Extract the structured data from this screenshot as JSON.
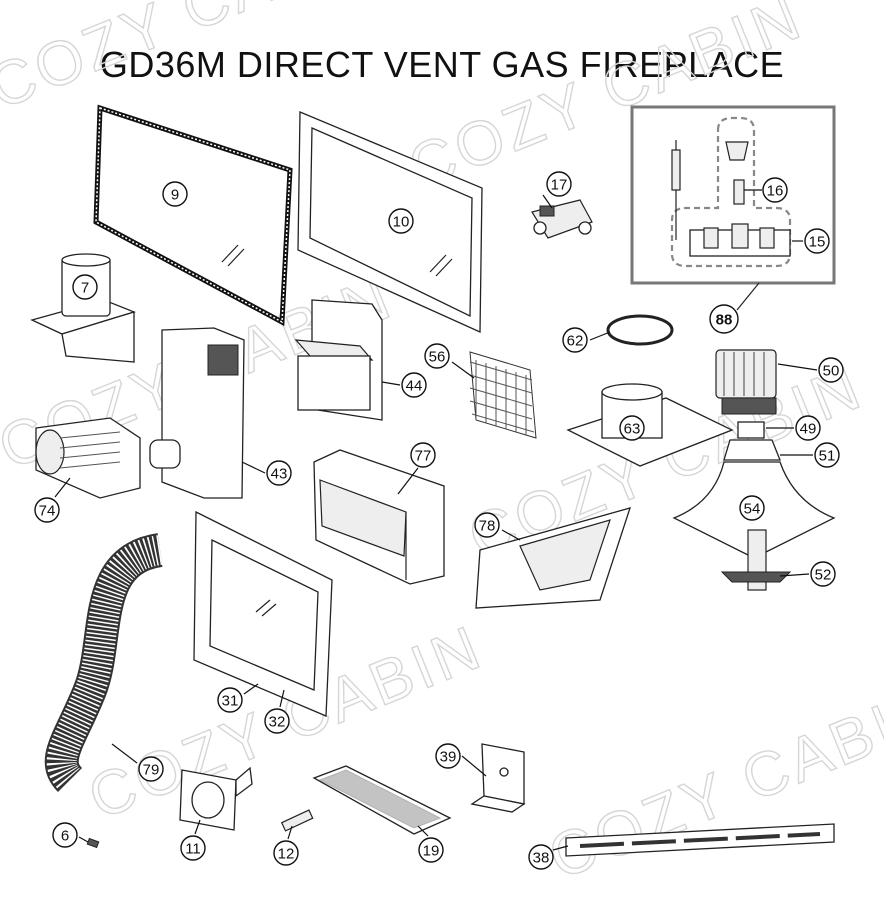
{
  "title": "GD36M DIRECT VENT GAS FIREPLACE",
  "watermark": "COZY CABIN",
  "kit_label": "88",
  "callouts": [
    "9",
    "10",
    "17",
    "16",
    "15",
    "7",
    "62",
    "56",
    "44",
    "50",
    "63",
    "49",
    "51",
    "77",
    "43",
    "74",
    "54",
    "78",
    "52",
    "31",
    "32",
    "79",
    "39",
    "6",
    "11",
    "12",
    "19",
    "38"
  ]
}
